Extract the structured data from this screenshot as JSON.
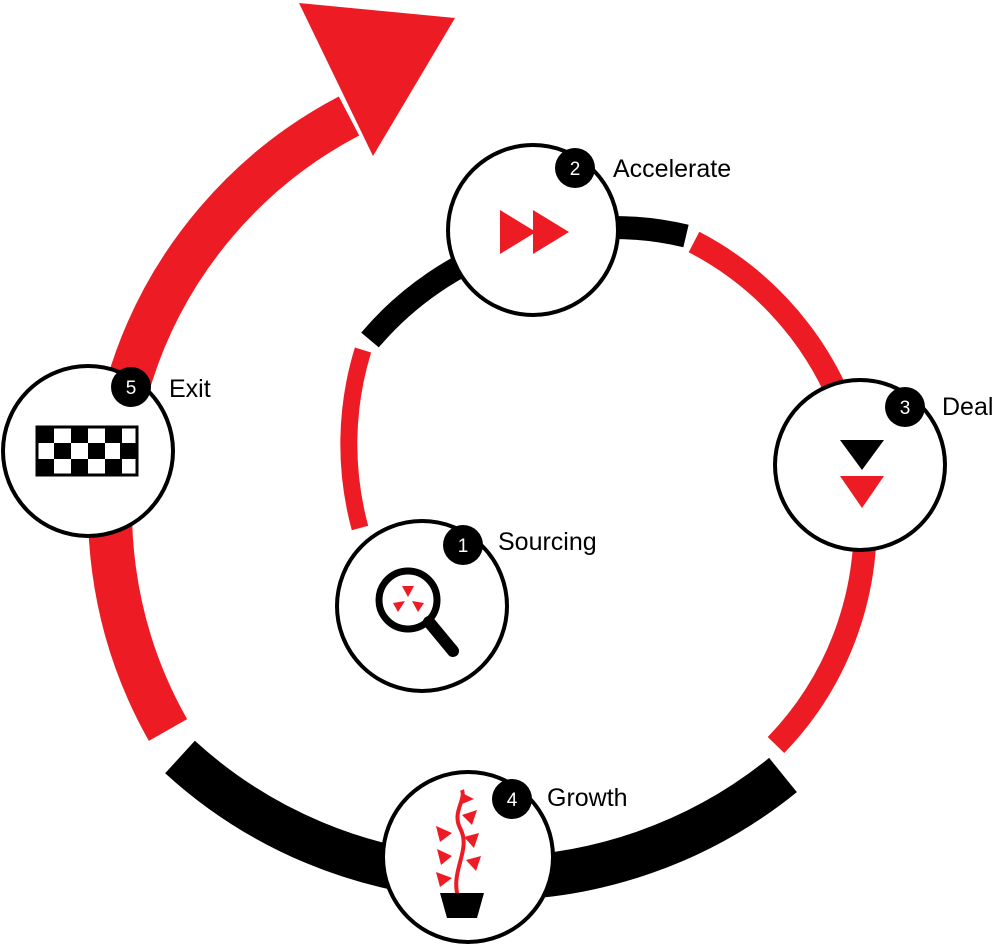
{
  "colors": {
    "accent": "#ed1c24",
    "dark": "#000000",
    "background": "#ffffff"
  },
  "stages": [
    {
      "number": "1",
      "label": "Sourcing",
      "icon": "magnifier-icon"
    },
    {
      "number": "2",
      "label": "Accelerate",
      "icon": "fast-forward-icon"
    },
    {
      "number": "3",
      "label": "Deal",
      "icon": "stacked-triangles-icon"
    },
    {
      "number": "4",
      "label": "Growth",
      "icon": "potted-plant-icon"
    },
    {
      "number": "5",
      "label": "Exit",
      "icon": "checkered-flag-icon"
    }
  ]
}
